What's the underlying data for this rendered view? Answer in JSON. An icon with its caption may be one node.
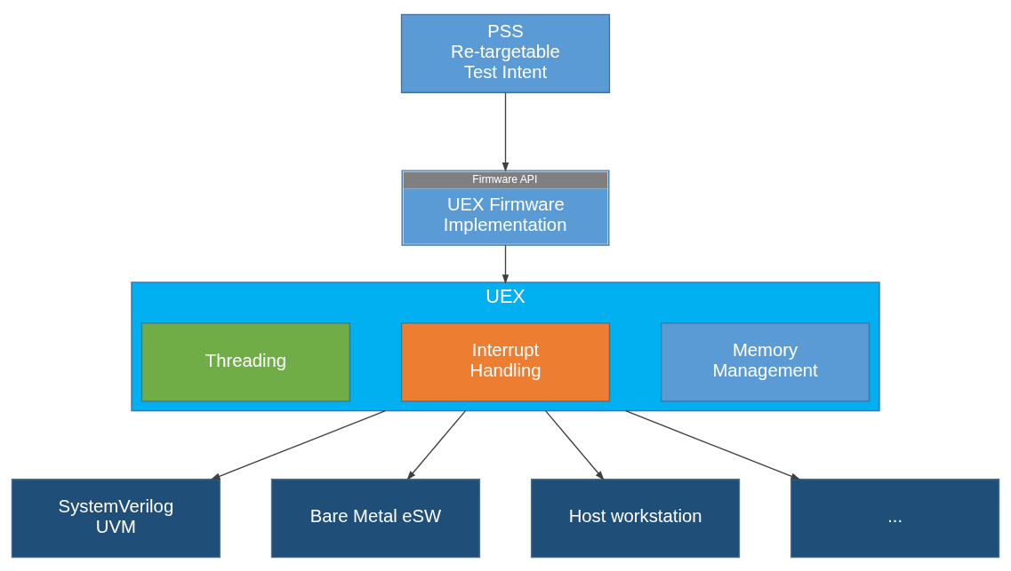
{
  "diagram": {
    "nodes": [
      {
        "text": [
          "PSS Re-targetable Test Intent"
        ]
      },
      {
        "text": [
          "Firmware API",
          "UEX Firmware Implementation"
        ]
      },
      {
        "text": [
          "UEX"
        ]
      },
      {
        "text": [
          "Memory Management"
        ],
        "in": 2
      },
      {
        "text": [
          "Interrupt Handling"
        ],
        "in": 2
      },
      {
        "text": [
          "Threading"
        ],
        "in": 2
      },
      {
        "text": [
          "SystemVerilog UVM"
        ]
      },
      {
        "text": [
          "Bare Metal eSW"
        ]
      },
      {
        "text": [
          "Host workstation"
        ]
      },
      {
        "text": [
          "..."
        ]
      }
    ],
    "edges": [
      {
        "from": 0,
        "to": 1,
        "arrow": "to"
      },
      {
        "from": 1,
        "to": 2,
        "arrow": "to"
      },
      {
        "from": 2,
        "to": 6,
        "arrow": "to"
      },
      {
        "from": 2,
        "to": 7,
        "arrow": "to"
      },
      {
        "from": 2,
        "to": 8,
        "arrow": "to"
      },
      {
        "from": 2,
        "to": 9,
        "arrow": "to"
      }
    ]
  }
}
